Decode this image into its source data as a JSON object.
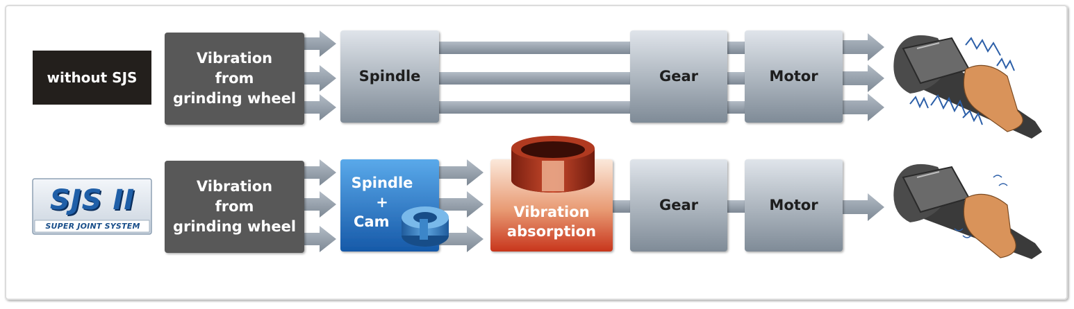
{
  "rows": {
    "without": {
      "label": "without SJS",
      "source": [
        "Vibration",
        "from",
        "grinding wheel"
      ],
      "spindle": "Spindle",
      "gear": "Gear",
      "motor": "Motor"
    },
    "with": {
      "logo_text": "SJS II",
      "logo_subtitle": "SUPER JOINT SYSTEM",
      "source": [
        "Vibration",
        "from",
        "grinding wheel"
      ],
      "spindle_cam": [
        "Spindle",
        "+",
        "Cam"
      ],
      "absorption": [
        "Vibration",
        "absorption"
      ],
      "gear": "Gear",
      "motor": "Motor"
    }
  },
  "colors": {
    "dark_box": "#585858",
    "gray_box": "#a9b2bb",
    "arrow": "#9aa5b1",
    "spindle_cam_blue": "#2f7fcc",
    "absorption_red": "#c43c22",
    "hand": "#d9935a",
    "vibration_lines": "#2c5fa8"
  }
}
